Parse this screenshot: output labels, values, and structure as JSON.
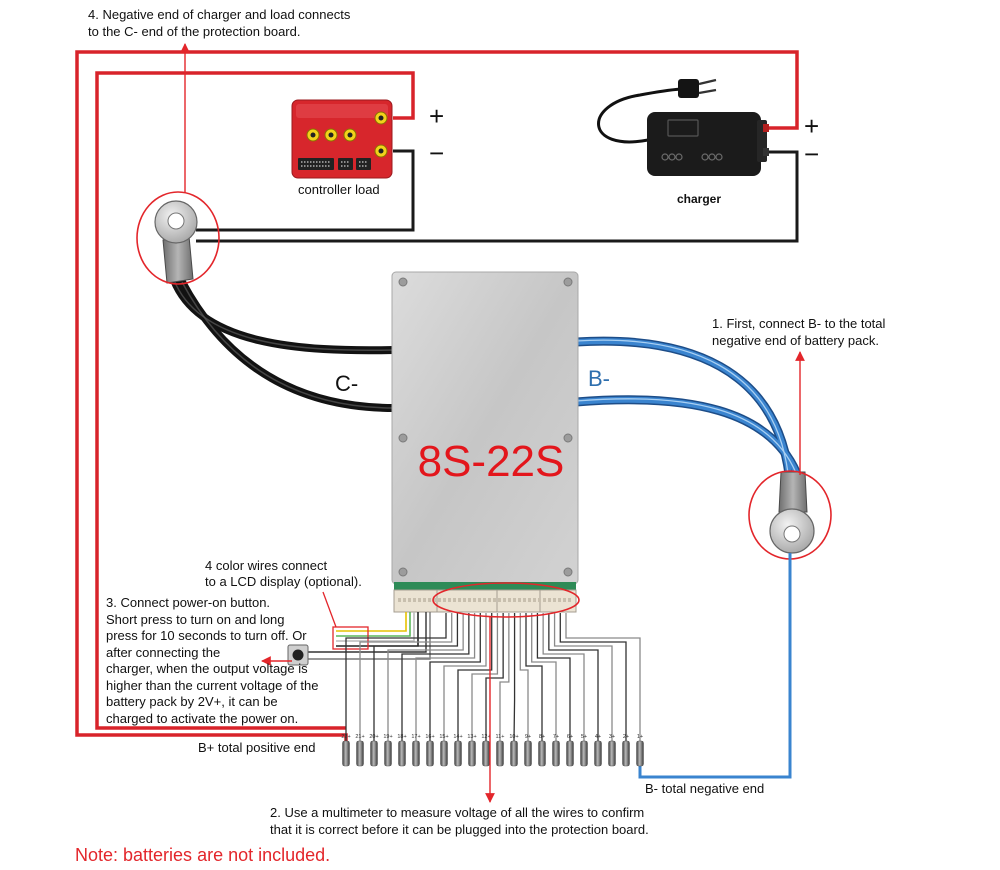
{
  "board": {
    "model": "8S-22S",
    "c_minus_label": "C-",
    "b_minus_label": "B-"
  },
  "devices": {
    "controller_label": "controller load",
    "controller_plus": "+",
    "controller_minus": "−",
    "charger_label": "charger",
    "charger_plus": "+",
    "charger_minus": "−"
  },
  "annotations": {
    "step4": [
      "4. Negative end of charger and load connects",
      "to the C- end of the protection board."
    ],
    "step1": [
      "1. First, connect B- to the total",
      "negative end of battery pack."
    ],
    "lcd_wires": [
      "4 color wires connect",
      "to a LCD display (optional)."
    ],
    "step3": [
      "3. Connect power-on button.",
      "Short press to turn on and long",
      "press for 10 seconds to turn off. Or",
      "after connecting the",
      "charger, when the output voltage is",
      "higher than the current voltage of the",
      "battery pack by 2V+, it can be",
      "charged to activate the power on."
    ],
    "step2": [
      "2. Use a multimeter to measure voltage of all the wires to confirm",
      "that it is correct before it can be plugged into the protection board."
    ],
    "b_plus_end": "B+ total positive end",
    "b_minus_end": "B- total negative end",
    "note": "Note: batteries are not included."
  },
  "battery_terminals": [
    "22+",
    "21+",
    "20+",
    "19+",
    "18+",
    "17+",
    "16+",
    "15+",
    "14+",
    "13+",
    "12+",
    "11+",
    "10+",
    "9+",
    "8+",
    "7+",
    "6+",
    "5+",
    "4+",
    "3+",
    "2+",
    "1+"
  ],
  "colors": {
    "red_wire": "#d8232a",
    "blue_wire": "#3a84cf",
    "blue_wire_edge": "#1d4d88",
    "annotation_red": "#e3262b",
    "model_red": "#e3161c",
    "b_label_blue": "#2e6fae",
    "controller_red": "#d7262c"
  }
}
